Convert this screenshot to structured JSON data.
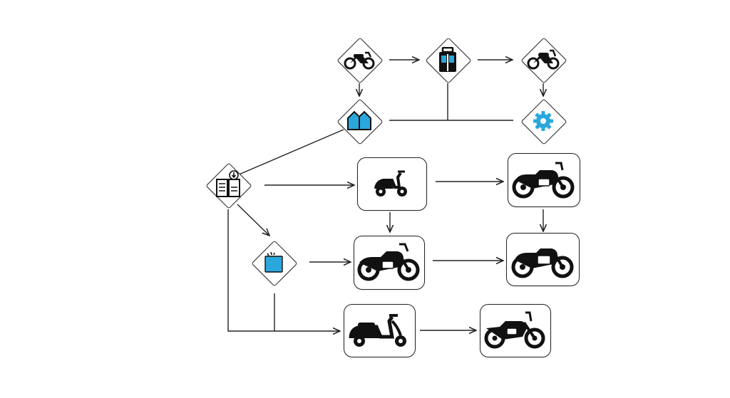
{
  "diagram": {
    "type": "flowchart",
    "colors": {
      "line": "#222222",
      "accent": "#2aa7dc",
      "icon": "#111111"
    },
    "nodes": [
      {
        "id": "n1",
        "shape": "diamond",
        "icon": "motorcycle-icon"
      },
      {
        "id": "n2",
        "shape": "diamond",
        "icon": "fuel-can-icon"
      },
      {
        "id": "n3",
        "shape": "diamond",
        "icon": "motorcycle-icon"
      },
      {
        "id": "n4",
        "shape": "diamond",
        "icon": "garage-icon"
      },
      {
        "id": "n5",
        "shape": "diamond",
        "icon": "gear-icon"
      },
      {
        "id": "n6",
        "shape": "diamond",
        "icon": "manual-book-icon"
      },
      {
        "id": "n7",
        "shape": "diamond",
        "icon": "blue-box-icon"
      },
      {
        "id": "n8",
        "shape": "rounded-rect",
        "icon": "scooter-icon"
      },
      {
        "id": "n9",
        "shape": "rounded-rect",
        "icon": "cruiser-motorcycle-icon"
      },
      {
        "id": "n10",
        "shape": "rounded-rect",
        "icon": "cruiser-motorcycle-icon"
      },
      {
        "id": "n11",
        "shape": "rounded-rect",
        "icon": "cruiser-motorcycle-icon"
      },
      {
        "id": "n12",
        "shape": "rounded-rect",
        "icon": "vespa-scooter-icon"
      },
      {
        "id": "n13",
        "shape": "rounded-rect",
        "icon": "cafe-racer-motorcycle-icon"
      }
    ],
    "edges": [
      {
        "from": "n1",
        "to": "n2",
        "arrow": true
      },
      {
        "from": "n2",
        "to": "n3",
        "arrow": true
      },
      {
        "from": "n1",
        "to": "n4",
        "arrow": true
      },
      {
        "from": "n3",
        "to": "n5",
        "arrow": true
      },
      {
        "from": "n4",
        "to": "n5",
        "arrow": false
      },
      {
        "from": "n2",
        "to": "n4-n5-line",
        "arrow": false
      },
      {
        "from": "n4",
        "to": "n6",
        "arrow": false
      },
      {
        "from": "n6",
        "to": "n8",
        "arrow": true
      },
      {
        "from": "n8",
        "to": "n9",
        "arrow": true
      },
      {
        "from": "n6",
        "to": "n7",
        "arrow": true
      },
      {
        "from": "n8",
        "to": "n10",
        "arrow": true
      },
      {
        "from": "n9",
        "to": "n11",
        "arrow": true
      },
      {
        "from": "n7",
        "to": "n10",
        "arrow": true
      },
      {
        "from": "n10",
        "to": "n11",
        "arrow": true
      },
      {
        "from": "n6",
        "to": "n12",
        "arrow": true
      },
      {
        "from": "n7",
        "to": "n12",
        "arrow": false
      },
      {
        "from": "n12",
        "to": "n13",
        "arrow": true
      }
    ]
  }
}
